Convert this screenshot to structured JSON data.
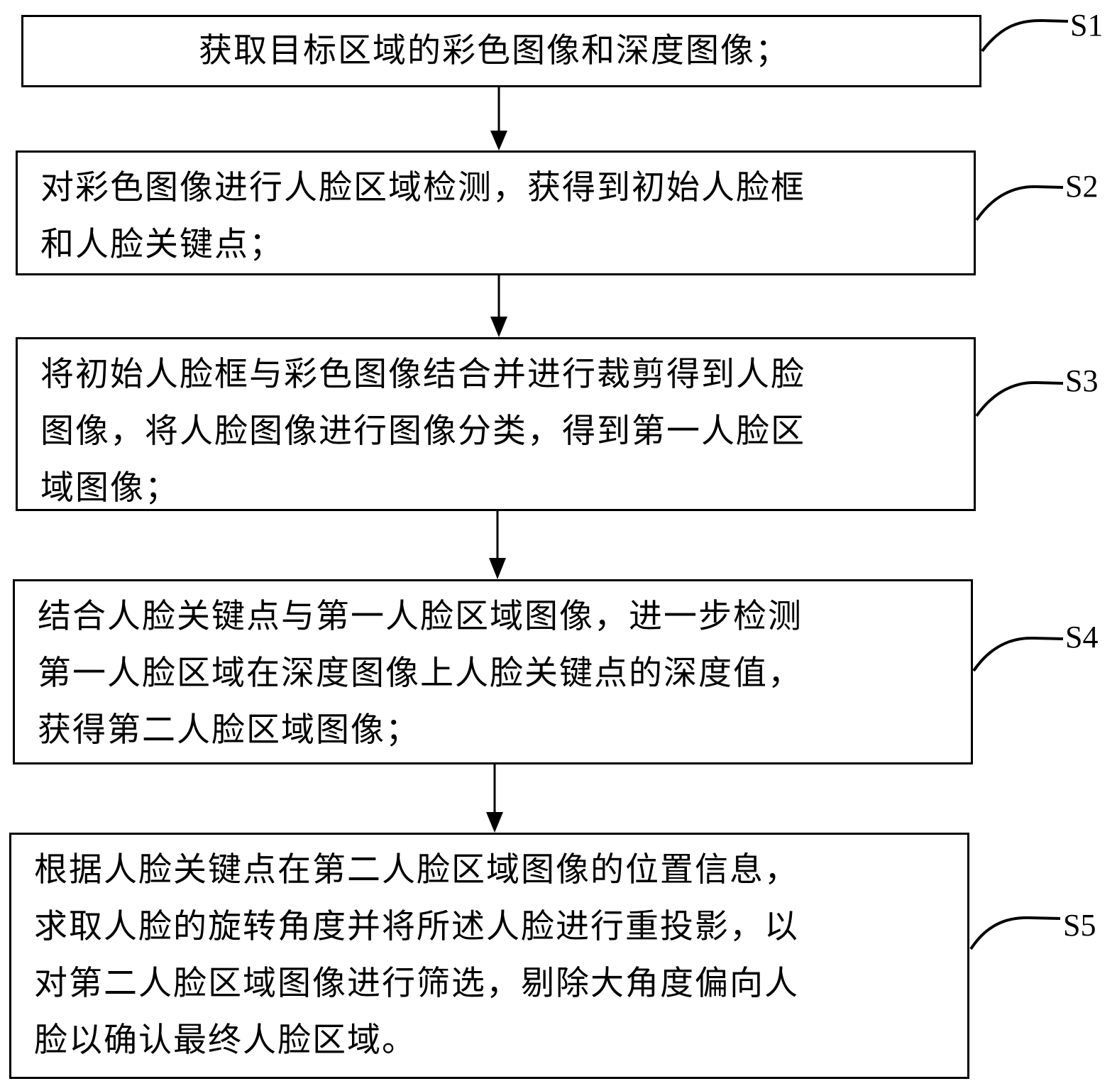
{
  "flowchart": {
    "steps": [
      {
        "id": "S1",
        "label": "S1",
        "text": "获取目标区域的彩色图像和深度图像；"
      },
      {
        "id": "S2",
        "label": "S2",
        "text": "对彩色图像进行人脸区域检测，获得到初始人脸框\n和人脸关键点；"
      },
      {
        "id": "S3",
        "label": "S3",
        "text": "将初始人脸框与彩色图像结合并进行裁剪得到人脸\n图像，将人脸图像进行图像分类，得到第一人脸区\n域图像；"
      },
      {
        "id": "S4",
        "label": "S4",
        "text": "结合人脸关键点与第一人脸区域图像，进一步检测\n第一人脸区域在深度图像上人脸关键点的深度值，\n获得第二人脸区域图像；"
      },
      {
        "id": "S5",
        "label": "S5",
        "text": "根据人脸关键点在第二人脸区域图像的位置信息，\n求取人脸的旋转角度并将所述人脸进行重投影，以\n对第二人脸区域图像进行筛选，剔除大角度偏向人\n脸以确认最终人脸区域。"
      }
    ],
    "connections": [
      {
        "from": "S1",
        "to": "S2"
      },
      {
        "from": "S2",
        "to": "S3"
      },
      {
        "from": "S3",
        "to": "S4"
      },
      {
        "from": "S4",
        "to": "S5"
      }
    ],
    "colors": {
      "stroke": "#000000",
      "background": "#ffffff"
    }
  }
}
